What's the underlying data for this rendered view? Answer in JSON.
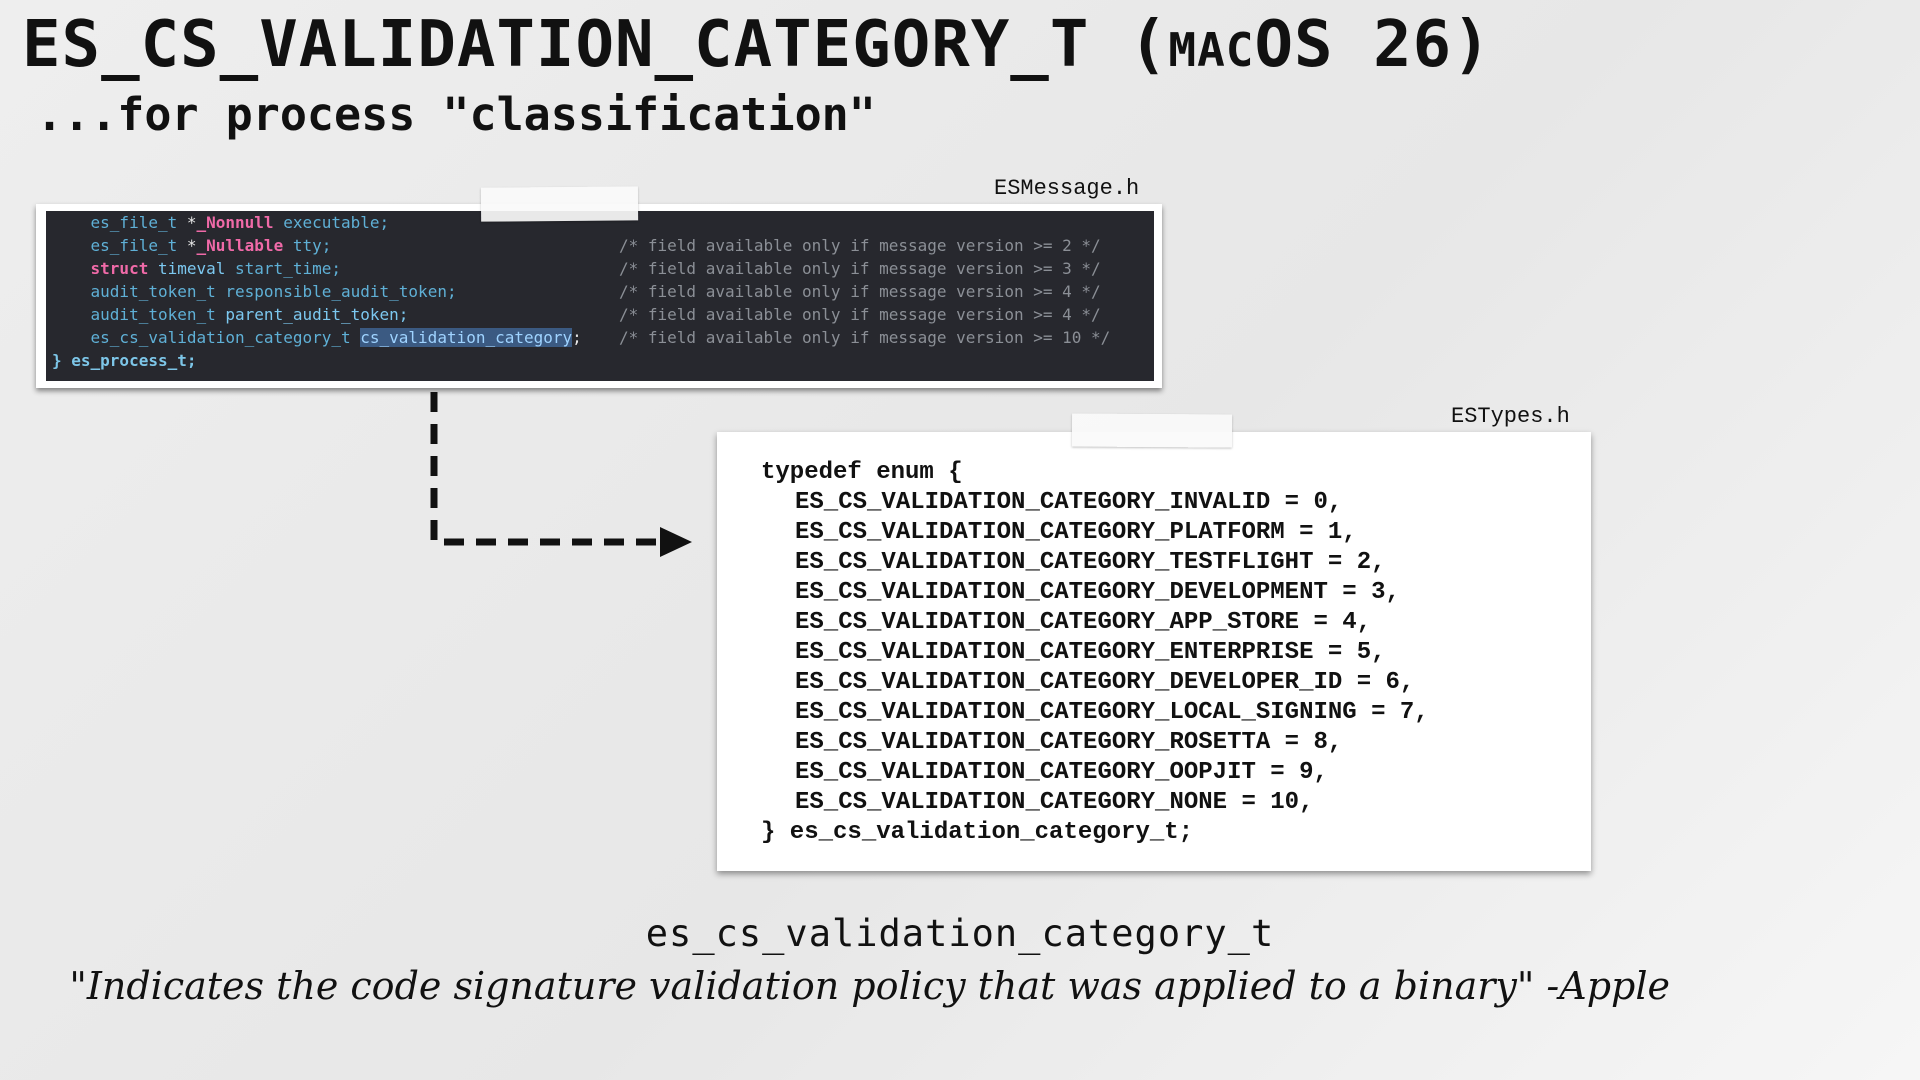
{
  "title": {
    "main": "ES_CS_VALIDATION_CATEGORY_T",
    "paren_open": "(",
    "os_prefix_small_1": "M",
    "os_prefix_small_2": "AC",
    "os_rest": "OS 26)",
    "subtitle": "...for process \"classification\""
  },
  "panel1": {
    "filename": "ESMessage.h",
    "lines": [
      {
        "indent": "    ",
        "type": "es_file_t ",
        "star": "*",
        "kw": "_Nonnull",
        "rest": " executable;",
        "comment": ""
      },
      {
        "indent": "    ",
        "type": "es_file_t ",
        "star": "*",
        "kw": "_Nullable",
        "rest": " tty;",
        "comment": "/* field available only if message version >= 2 */"
      },
      {
        "indent": "    ",
        "type": "",
        "star": "",
        "kw": "struct",
        "rest2_type": " timeval",
        "rest": " start_time;",
        "comment": "/* field available only if message version >= 3 */"
      },
      {
        "indent": "    ",
        "type": "audit_token_t",
        "star": "",
        "kw": "",
        "rest": " responsible_audit_token;",
        "comment": "/* field available only if message version >= 4 */"
      },
      {
        "indent": "    ",
        "type": "audit_token_t",
        "star": "",
        "kw": "",
        "rest": " parent_audit_token;",
        "comment": "/* field available only if message version >= 4 */"
      },
      {
        "indent": "    ",
        "type": "es_cs_validation_category_t ",
        "star": "",
        "kw": "",
        "highlight": "cs_validation_category",
        "rest": ";",
        "comment": "/* field available only if message version >= 10 */"
      }
    ],
    "closing": "} es_process_t;"
  },
  "panel2": {
    "filename": "ESTypes.h",
    "open": "typedef enum {",
    "entries": [
      "ES_CS_VALIDATION_CATEGORY_INVALID = 0,",
      "ES_CS_VALIDATION_CATEGORY_PLATFORM = 1,",
      "ES_CS_VALIDATION_CATEGORY_TESTFLIGHT = 2,",
      "ES_CS_VALIDATION_CATEGORY_DEVELOPMENT = 3,",
      "ES_CS_VALIDATION_CATEGORY_APP_STORE = 4,",
      "ES_CS_VALIDATION_CATEGORY_ENTERPRISE = 5,",
      "ES_CS_VALIDATION_CATEGORY_DEVELOPER_ID = 6,",
      "ES_CS_VALIDATION_CATEGORY_LOCAL_SIGNING = 7,",
      "ES_CS_VALIDATION_CATEGORY_ROSETTA = 8,",
      "ES_CS_VALIDATION_CATEGORY_OOPJIT = 9,",
      "ES_CS_VALIDATION_CATEGORY_NONE = 10,"
    ],
    "close": "} es_cs_validation_category_t;"
  },
  "caption": {
    "code": "es_cs_validation_category_t",
    "quote": "\"Indicates the code signature validation policy that was applied to a binary\" -Apple"
  },
  "colors": {
    "code_bg": "#27282e",
    "keyword": "#f06aa8",
    "type": "#5fb0d6",
    "comment": "#8b8f96",
    "highlight": "#3b5a82"
  }
}
